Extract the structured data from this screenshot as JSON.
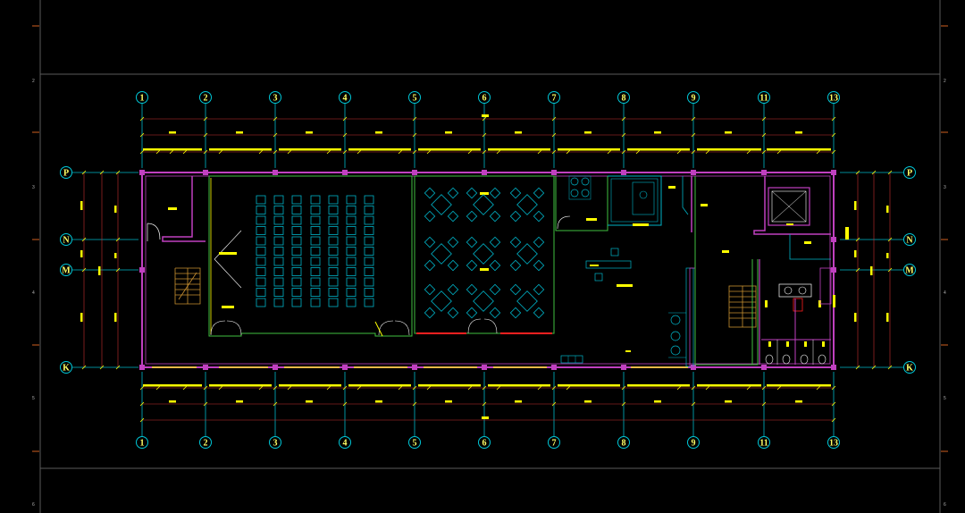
{
  "drawing": {
    "grid_columns": [
      "1",
      "2",
      "3",
      "4",
      "5",
      "6",
      "7",
      "8",
      "9",
      "11",
      "13"
    ],
    "grid_rows": [
      "P",
      "N",
      "M",
      "K"
    ],
    "frame_marks_right": [
      "2",
      "3",
      "4",
      "5",
      "6"
    ],
    "frame_marks_left": [
      "2",
      "3",
      "4",
      "5",
      "6"
    ],
    "colors": {
      "background": "#000000",
      "wall": "#c040c0",
      "grid_line": "#00b8c8",
      "dimension": "#c83030",
      "label": "#ffff00",
      "furniture": "#00b4c8",
      "partition": "#40c040",
      "door": "#ffffff",
      "highlight": "#ff2020"
    }
  }
}
